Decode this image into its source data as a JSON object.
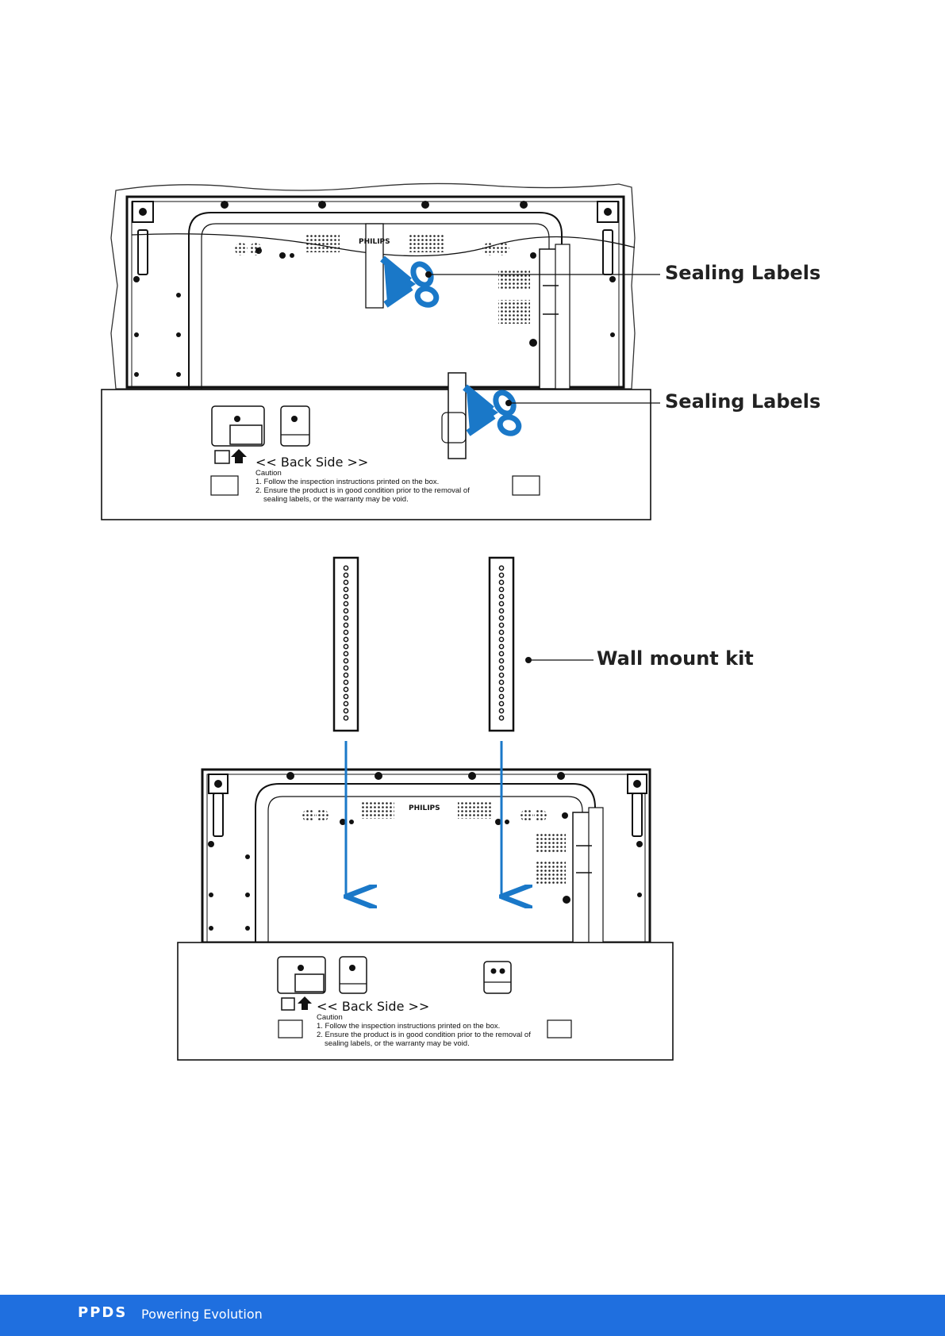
{
  "callouts": {
    "sealing_labels_1": "Sealing Labels",
    "sealing_labels_2": "Sealing Labels",
    "wall_mount_kit": "Wall mount kit"
  },
  "box_top": {
    "back_side": "<< Back Side >>",
    "caution": "Caution",
    "line1": "1. Follow the inspection instructions printed on the box.",
    "line2": "2. Ensure the product is in good condition prior to the removal of",
    "line3": "sealing labels, or the warranty may be void."
  },
  "box_bottom": {
    "back_side": "<< Back Side >>",
    "caution": "Caution",
    "line1": "1. Follow the inspection instructions printed on the box.",
    "line2": "2. Ensure the product is in good condition prior to the removal of",
    "line3": "sealing labels, or the warranty may be void."
  },
  "panel_logo_1": "PHILIPS",
  "panel_logo_2": "PHILIPS",
  "footer": {
    "brand": "PPDS",
    "tagline": "Powering Evolution"
  },
  "colors": {
    "accent_blue": "#1a78c8",
    "footer_blue": "#1f6fdf"
  }
}
